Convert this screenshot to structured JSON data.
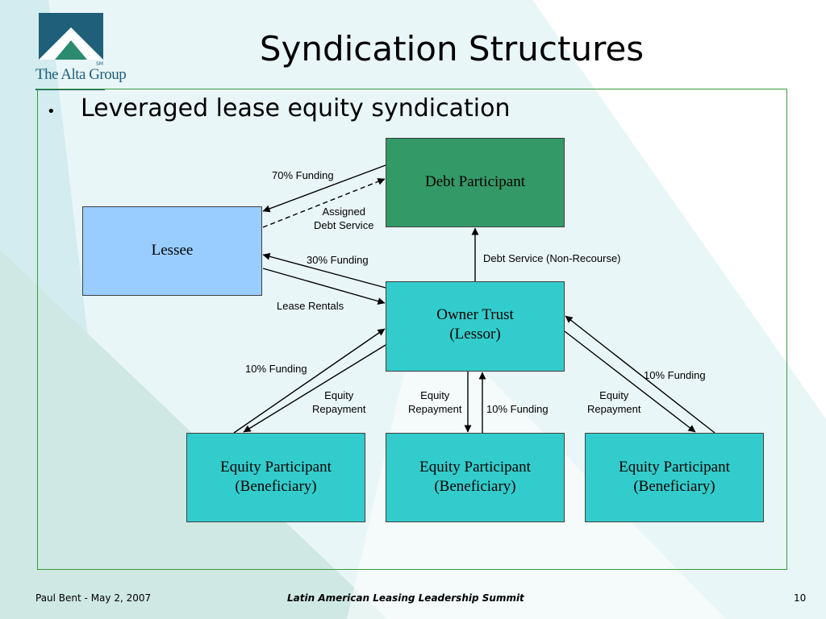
{
  "title": "Syndication Structures",
  "bullet": "Leveraged lease equity syndication",
  "logo": {
    "text": "The Alta Group",
    "mark": "SM"
  },
  "colors": {
    "debt_box": "#339966",
    "lessee_box": "#99ccff",
    "trust_box": "#33cccc",
    "frame": "#3a9a3a",
    "logo": "#1f5f7a"
  },
  "nodes": {
    "lessee": "Lessee",
    "debt_participant": "Debt Participant",
    "owner_trust": "Owner Trust\n(Lessor)",
    "equity_participant_1": "Equity Participant\n(Beneficiary)",
    "equity_participant_2": "Equity Participant\n(Beneficiary)",
    "equity_participant_3": "Equity Participant\n(Beneficiary)"
  },
  "edges": {
    "debt_to_lessee": "70% Funding",
    "lessee_to_debt_dashed": "Assigned\nDebt Service",
    "trust_to_lessee": "30% Funding",
    "lessee_to_trust": "Lease Rentals",
    "trust_to_debt": "Debt Service (Non-Recourse)",
    "eq1_to_trust": "10% Funding",
    "trust_to_eq1": "Equity\nRepayment",
    "trust_to_eq2": "Equity\nRepayment",
    "eq2_to_trust": "10% Funding",
    "eq3_to_trust": "10% Funding",
    "trust_to_eq3": "Equity\nRepayment"
  },
  "footer": {
    "left": "Paul Bent  -  May 2, 2007",
    "center": "Latin American Leasing Leadership Summit",
    "page": "10"
  }
}
